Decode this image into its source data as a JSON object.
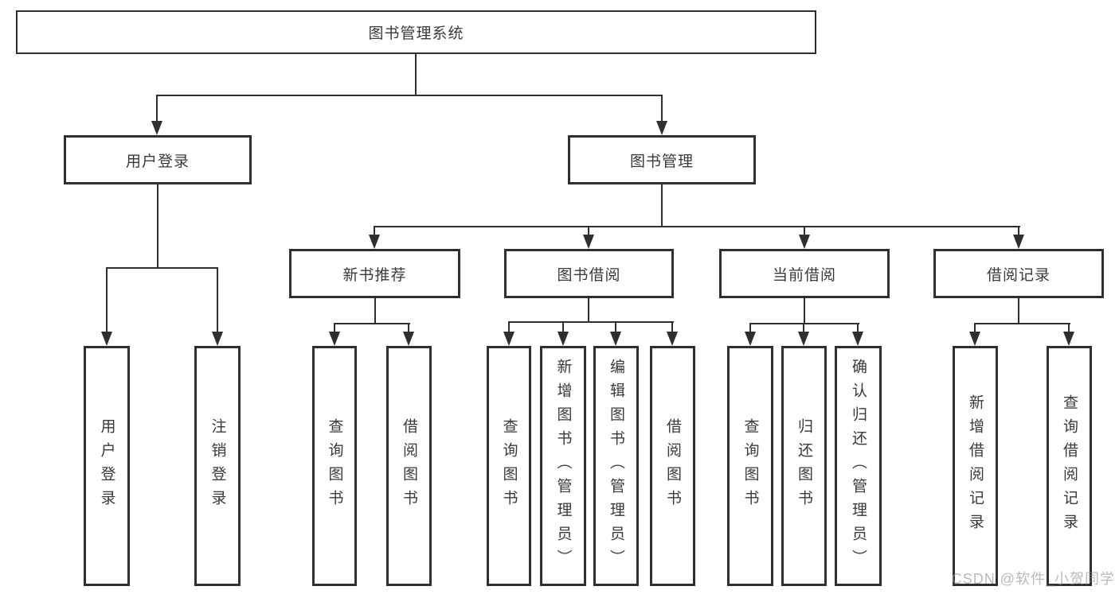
{
  "diagram": {
    "type": "hierarchy-tree",
    "root": {
      "label": "图书管理系统"
    },
    "branches": [
      {
        "label": "用户登录",
        "children": [
          {
            "label": "用户登录"
          },
          {
            "label": "注销登录"
          }
        ]
      },
      {
        "label": "图书管理",
        "children": [
          {
            "label": "新书推荐",
            "children": [
              {
                "label": "查询图书"
              },
              {
                "label": "借阅图书"
              }
            ]
          },
          {
            "label": "图书借阅",
            "children": [
              {
                "label": "查询图书"
              },
              {
                "label": "新增图书（管理员）"
              },
              {
                "label": "编辑图书（管理员）"
              },
              {
                "label": "借阅图书"
              }
            ]
          },
          {
            "label": "当前借阅",
            "children": [
              {
                "label": "查询图书"
              },
              {
                "label": "归还图书"
              },
              {
                "label": "确认归还（管理员）"
              }
            ]
          },
          {
            "label": "借阅记录",
            "children": [
              {
                "label": "新增借阅记录"
              },
              {
                "label": "查询借阅记录"
              }
            ]
          }
        ]
      }
    ]
  },
  "watermark": {
    "text": "CSDN @软件_小贺同学"
  },
  "colors": {
    "line": "#2f2f2f",
    "text": "#3a3a3a",
    "background": "#ffffff",
    "watermark": "#919191"
  }
}
